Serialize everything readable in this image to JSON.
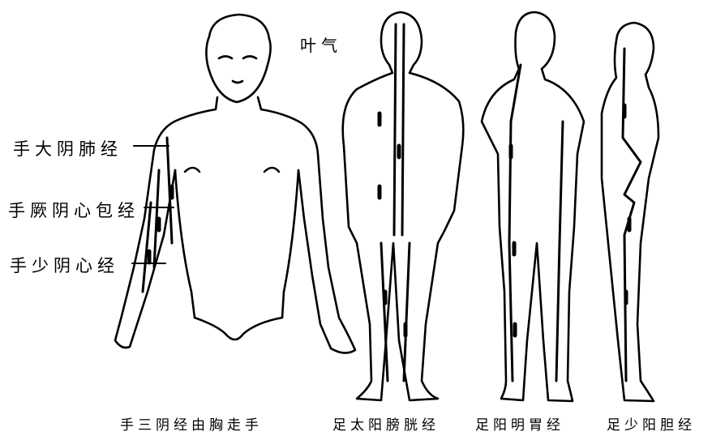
{
  "top_label": "叶气",
  "left_labels": [
    "手大阴肺经",
    "手厥阴心包经",
    "手少阴心经"
  ],
  "captions": [
    "手三阴经由胸走手",
    "足太阳膀胱经",
    "足阳明胃经",
    "足少阳胆经"
  ]
}
